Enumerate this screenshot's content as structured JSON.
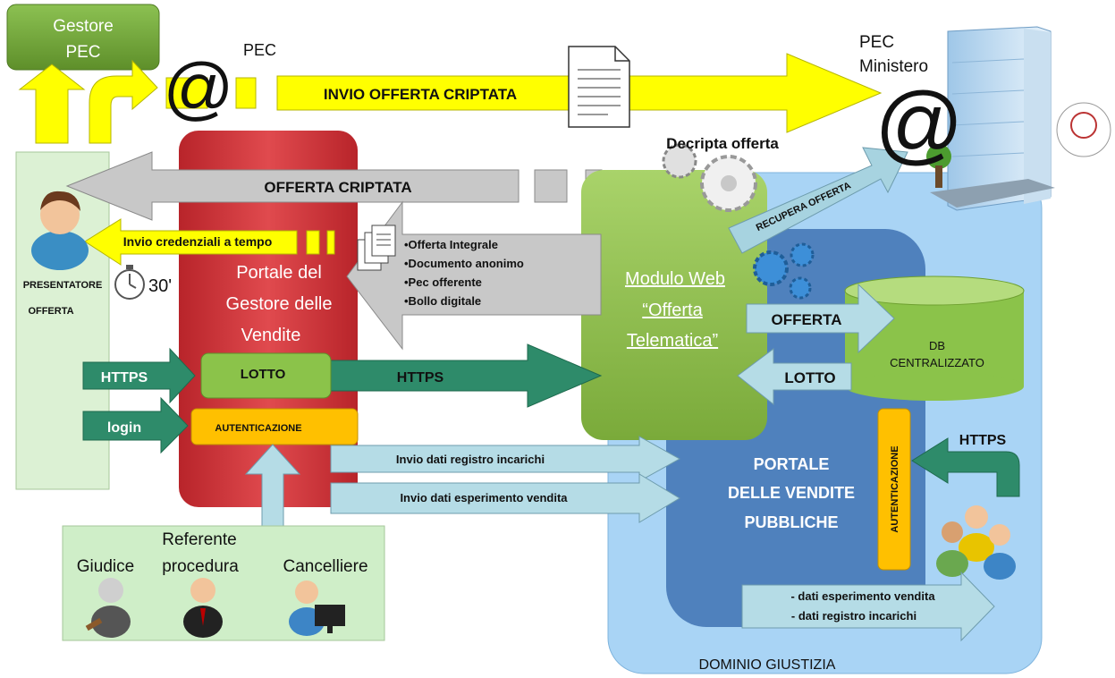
{
  "gestore_pec": {
    "line1": "Gestore",
    "line2": "PEC"
  },
  "pec_label": "PEC",
  "pec_ministero": {
    "line1": "PEC",
    "line2": "Ministero"
  },
  "at_symbol": "@",
  "invio_offerta_criptata": "INVIO OFFERTA CRIPTATA",
  "decripta_offerta": "Decripta offerta",
  "offerta_criptata": "OFFERTA CRIPTATA",
  "recupera_offerta": "RECUPERA OFFERTA",
  "invio_credenziali": "Invio credenziali a tempo",
  "timer_value": "30'",
  "presentatore": {
    "line1": "PRESENTATORE",
    "line2": "OFFERTA"
  },
  "portale_gestore": {
    "line1": "Portale del",
    "line2": "Gestore delle",
    "line3": "Vendite"
  },
  "documents_list": [
    "•Offerta Integrale",
    "•Documento anonimo",
    "•Pec offerente",
    "•Bollo digitale"
  ],
  "modulo_web": {
    "line1": "Modulo Web",
    "line2": "“Offerta",
    "line3": "Telematica”"
  },
  "offerta": "OFFERTA",
  "lotto": "LOTTO",
  "db": {
    "line1": "DB",
    "line2": "CENTRALIZZATO"
  },
  "https": "HTTPS",
  "login": "login",
  "autenticazione": "AUTENTICAZIONE",
  "invio_registro": "Invio dati  registro incarichi",
  "invio_esperimento": "Invio dati  esperimento vendita",
  "portale_vendite": {
    "line1": "PORTALE",
    "line2": "DELLE VENDITE",
    "line3": "PUBBLICHE"
  },
  "referente": "Referente",
  "giudice": "Giudice",
  "procedura": "procedura",
  "cancelliere": "Cancelliere",
  "dati_list": [
    "- dati esperimento vendita",
    "- dati registro incarichi"
  ],
  "dominio": "DOMINIO GIUSTIZIA",
  "colors": {
    "yellow": "#ffff00",
    "green": "#2e8b6a",
    "red": "#d9363a",
    "lightgreen": "#9acd32",
    "lightblue": "#a7d3f2",
    "darkblue": "#4f81bd",
    "gray": "#c8c8c8",
    "orange": "#ffc000"
  }
}
